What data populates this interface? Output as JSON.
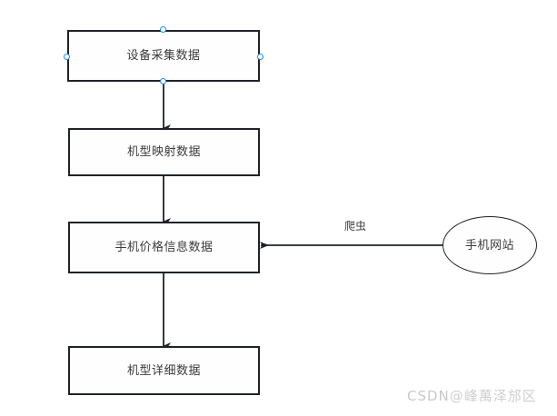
{
  "diagram": {
    "type": "flowchart",
    "background_color": "#ffffff",
    "stroke_color": "#1f2328",
    "text_color": "#3b3b3b",
    "selection_color": "#1a8cff",
    "nodes": [
      {
        "id": "device-collect",
        "shape": "rectangle",
        "label": "设备采集数据",
        "selected": "true"
      },
      {
        "id": "model-mapping",
        "shape": "rectangle",
        "label": "机型映射数据",
        "selected": "false"
      },
      {
        "id": "phone-price-info",
        "shape": "rectangle",
        "label": "手机价格信息数据",
        "selected": "false"
      },
      {
        "id": "model-detail",
        "shape": "rectangle",
        "label": "机型详细数据",
        "selected": "false"
      },
      {
        "id": "phone-website",
        "shape": "ellipse",
        "label": "手机网站",
        "selected": "false"
      }
    ],
    "edges": [
      {
        "from": "device-collect",
        "to": "model-mapping",
        "label": "",
        "direction": "down"
      },
      {
        "from": "model-mapping",
        "to": "phone-price-info",
        "label": "",
        "direction": "down"
      },
      {
        "from": "phone-price-info",
        "to": "model-detail",
        "label": "",
        "direction": "down"
      },
      {
        "from": "phone-website",
        "to": "phone-price-info",
        "label": "爬虫",
        "direction": "left"
      }
    ]
  },
  "watermark": {
    "prefix": "CSDN",
    "handle": "@峰萬泽邡区"
  }
}
